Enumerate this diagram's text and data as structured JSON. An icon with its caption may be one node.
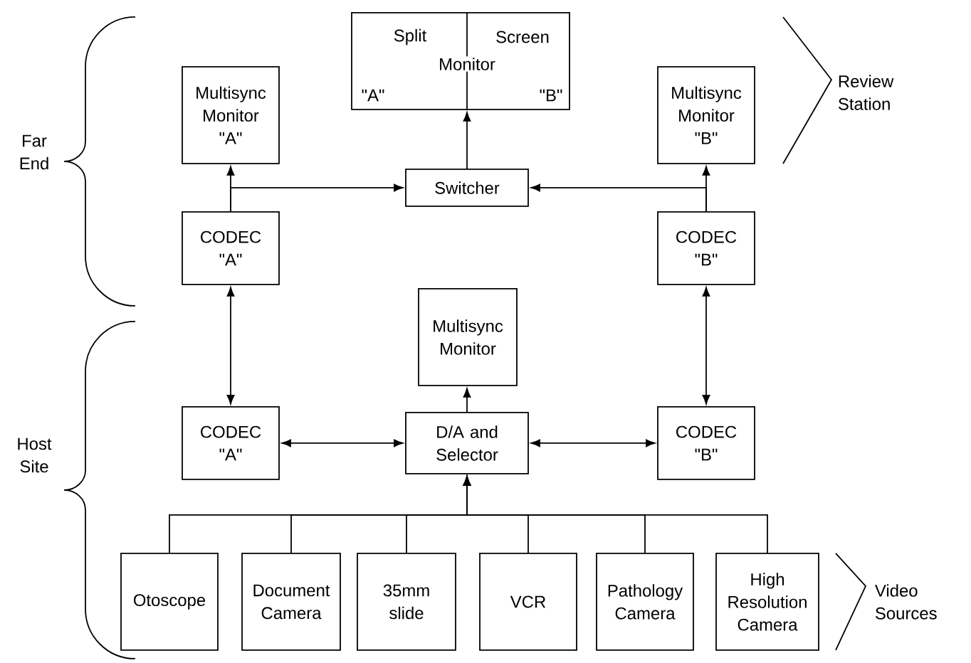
{
  "diagram": {
    "nodes": [
      {
        "text": [
          "Split",
          "Screen",
          "Monitor",
          "\"A\"",
          "\"B\""
        ]
      },
      {
        "text": [
          "Multisync Monitor \"A\""
        ]
      },
      {
        "text": [
          "Multisync Monitor \"B\""
        ]
      },
      {
        "text": [
          "Switcher"
        ]
      },
      {
        "text": [
          "CODEC \"A\""
        ]
      },
      {
        "text": [
          "CODEC \"B\""
        ]
      },
      {
        "text": [
          "Multisync Monitor"
        ]
      },
      {
        "text": [
          "CODEC \"A\""
        ]
      },
      {
        "text": [
          "D/A and Selector"
        ]
      },
      {
        "text": [
          "CODEC \"B\""
        ]
      },
      {
        "text": [
          "Otoscope"
        ]
      },
      {
        "text": [
          "Document Camera"
        ]
      },
      {
        "text": [
          "35mm slide"
        ]
      },
      {
        "text": [
          "VCR"
        ]
      },
      {
        "text": [
          "Pathology Camera"
        ]
      },
      {
        "text": [
          "High Resolution Camera"
        ]
      }
    ],
    "edges": [
      {
        "from": 4,
        "to": 1,
        "arrow": "to"
      },
      {
        "from": 4,
        "to": 3,
        "arrow": "to"
      },
      {
        "from": 5,
        "to": 2,
        "arrow": "to"
      },
      {
        "from": 5,
        "to": 3,
        "arrow": "to"
      },
      {
        "from": 3,
        "to": 0,
        "arrow": "to"
      },
      {
        "from": 4,
        "to": 7,
        "arrow": "both"
      },
      {
        "from": 5,
        "to": 9,
        "arrow": "both"
      },
      {
        "from": 8,
        "to": 6,
        "arrow": "to"
      },
      {
        "from": 7,
        "to": 8,
        "arrow": "both"
      },
      {
        "from": 9,
        "to": 8,
        "arrow": "both"
      },
      {
        "from": 10,
        "to": 8,
        "arrow": "to"
      },
      {
        "from": 11,
        "to": 8,
        "arrow": "to"
      },
      {
        "from": 12,
        "to": 8,
        "arrow": "to"
      },
      {
        "from": 13,
        "to": 8,
        "arrow": "to"
      },
      {
        "from": 14,
        "to": 8,
        "arrow": "to"
      },
      {
        "from": 15,
        "to": 8,
        "arrow": "to"
      }
    ],
    "labels": [
      "Far End",
      "Review Station",
      "Host Site",
      "Video Sources"
    ]
  }
}
